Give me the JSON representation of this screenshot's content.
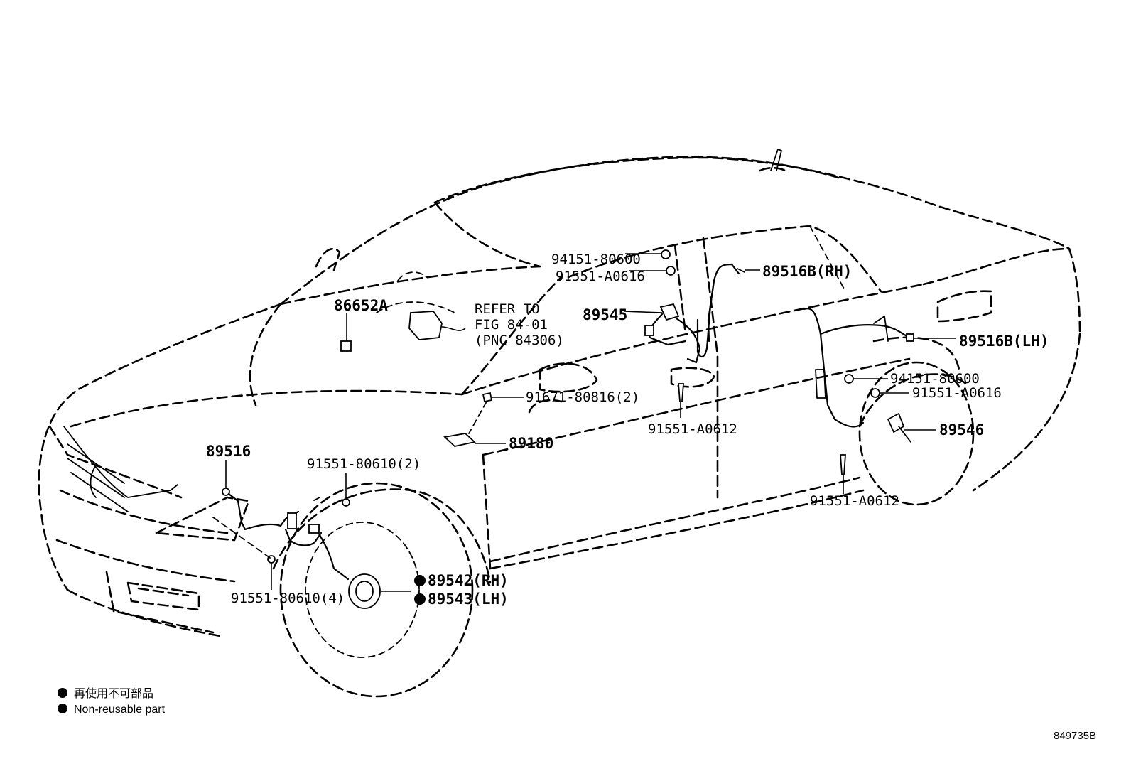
{
  "labels": {
    "p86652a": "86652A",
    "refer1": "REFER TO",
    "refer2": "FIG 84-01",
    "refer3": "(PNC 84306)",
    "p94151_top": "94151-80600",
    "p91551_a0616_top": "91551-A0616",
    "p89545": "89545",
    "p89516b_rh": "89516B(RH)",
    "p89516b_lh": "89516B(LH)",
    "p94151_right": "94151-80600",
    "p91551_a0616_right": "91551-A0616",
    "p89546": "89546",
    "p91671": "91671-80816(2)",
    "p91551_a0612_mid": "91551-A0612",
    "p89180": "89180",
    "p89516": "89516",
    "p91551_80610_2": "91551-80610(2)",
    "p91551_80610_4": "91551-80610(4)",
    "p89542": "89542(RH)",
    "p89543": "89543(LH)",
    "p91551_a0612_right": "91551-A0612"
  },
  "legend": {
    "jp": "再使用不可部品",
    "en": "Non-reusable part"
  },
  "figure_id": "849735B"
}
